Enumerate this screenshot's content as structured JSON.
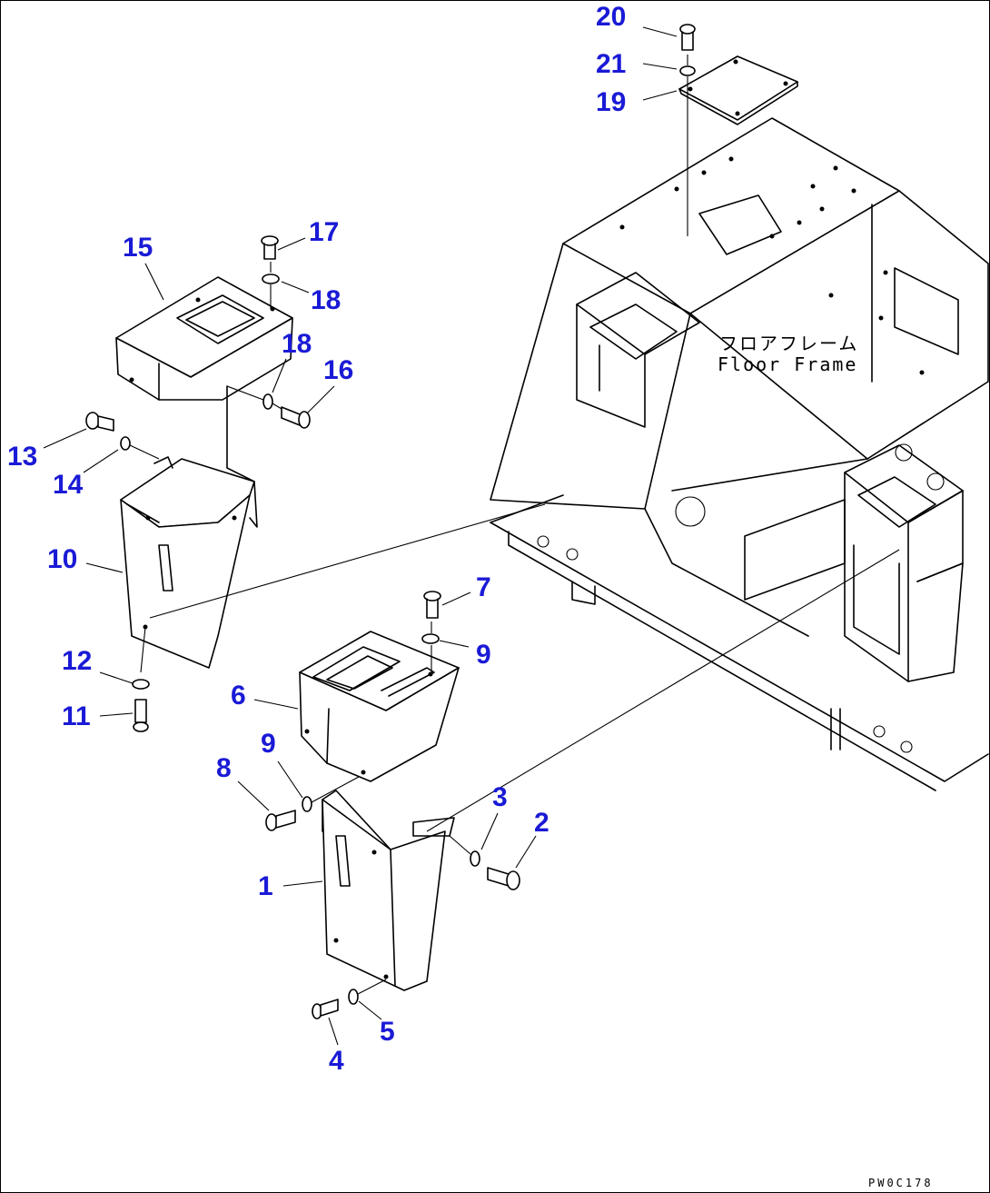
{
  "frame_label_jp": "フロアフレーム",
  "frame_label_en": "Floor Frame",
  "drawing_code": "PW0C178",
  "parts": {
    "p1": "1",
    "p2": "2",
    "p3": "3",
    "p4": "4",
    "p5": "5",
    "p6": "6",
    "p7": "7",
    "p8": "8",
    "p9a": "9",
    "p9b": "9",
    "p10": "10",
    "p11": "11",
    "p12": "12",
    "p13": "13",
    "p14": "14",
    "p15": "15",
    "p16": "16",
    "p17": "17",
    "p18a": "18",
    "p18b": "18",
    "p19": "19",
    "p20": "20",
    "p21": "21"
  },
  "colors": {
    "label": "#1a1ad6",
    "line": "#000000"
  }
}
